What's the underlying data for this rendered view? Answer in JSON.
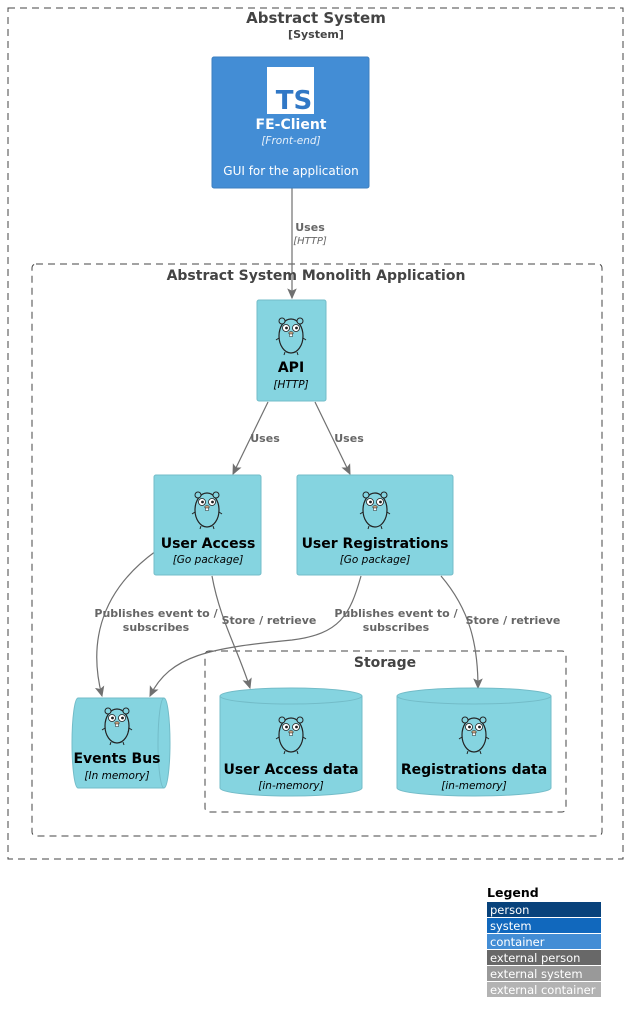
{
  "boundaries": {
    "system": {
      "title": "Abstract System",
      "type": "[System]"
    },
    "monolith": {
      "title": "Abstract System Monolith Application"
    },
    "storage": {
      "title": "Storage"
    }
  },
  "nodes": {
    "fe_client": {
      "icon_text": "TS",
      "name": "FE-Client",
      "tech": "[Front-end]",
      "desc": "GUI for the application",
      "color": "#438DD5"
    },
    "api": {
      "name": "API",
      "tech": "[HTTP]",
      "color": "#85D4E0"
    },
    "user_access": {
      "name": "User Access",
      "tech": "[Go package]",
      "color": "#85D4E0"
    },
    "user_registrations": {
      "name": "User Registrations",
      "tech": "[Go package]",
      "color": "#85D4E0"
    },
    "events_bus": {
      "name": "Events Bus",
      "tech": "[In memory]",
      "color": "#85D4E0"
    },
    "user_access_data": {
      "name": "User Access data",
      "tech": "[in-memory]",
      "color": "#85D4E0"
    },
    "registrations_data": {
      "name": "Registrations data",
      "tech": "[in-memory]",
      "color": "#85D4E0"
    }
  },
  "edges": {
    "fe_to_api": {
      "label": "Uses",
      "tech": "[HTTP]"
    },
    "api_to_ua": {
      "label": "Uses"
    },
    "api_to_ur": {
      "label": "Uses"
    },
    "ua_to_bus": {
      "label_1": "Publishes event to /",
      "label_2": "subscribes"
    },
    "ua_to_data": {
      "label": "Store / retrieve"
    },
    "ur_to_bus": {
      "label_1": "Publishes event to /",
      "label_2": "subscribes"
    },
    "ur_to_data": {
      "label": "Store / retrieve"
    }
  },
  "legend": {
    "title": "Legend",
    "items": [
      {
        "label": "person",
        "color": "#08427B"
      },
      {
        "label": "system",
        "color": "#1168BD"
      },
      {
        "label": "container",
        "color": "#438DD5"
      },
      {
        "label": "external person",
        "color": "#686868"
      },
      {
        "label": "external system",
        "color": "#999999"
      },
      {
        "label": "external container",
        "color": "#B3B3B3"
      }
    ]
  }
}
